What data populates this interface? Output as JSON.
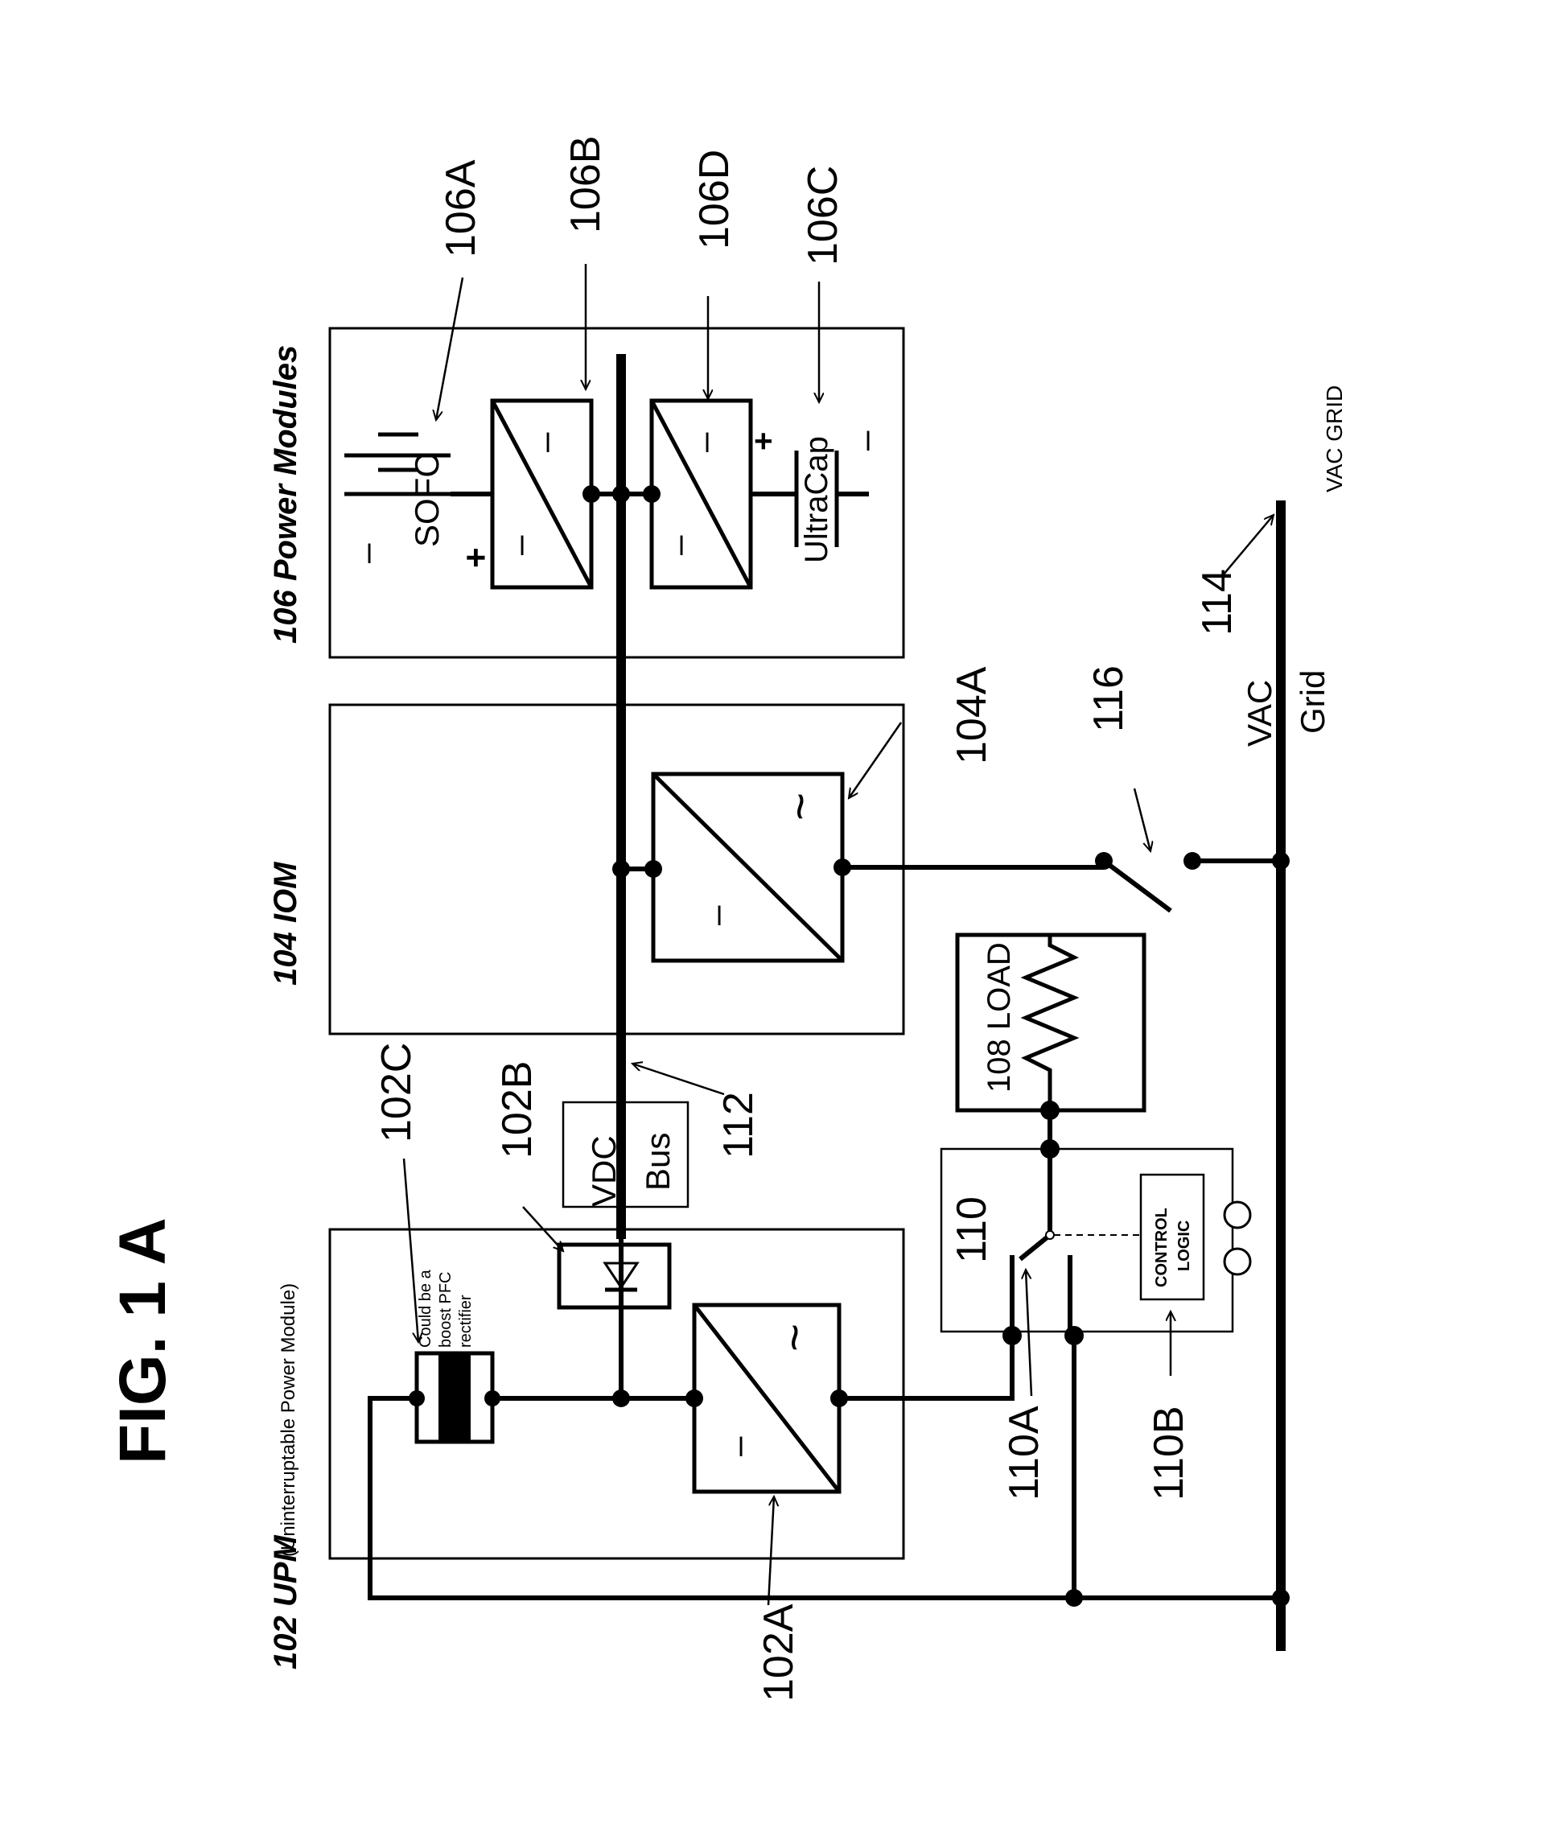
{
  "figure_title": "FIG. 1 A",
  "upm": {
    "title_bold": "102 UPM",
    "title_sub": "(Uninterruptable  Power Module)",
    "boost_note_line1": "Could be a",
    "boost_note_line2": "boost PFC",
    "boost_note_line3": "rectifier",
    "converter_minus": "–",
    "converter_tilde": "~"
  },
  "iom": {
    "title": "104 IOM",
    "converter_minus": "–",
    "converter_tilde": "~"
  },
  "power_modules": {
    "title": "106 Power Modules",
    "sofc_label": "SOFC",
    "ultracap_label": "UltraCap",
    "minus": "–",
    "plus": "+"
  },
  "bus": {
    "line1": "VDC",
    "line2": "Bus"
  },
  "load": {
    "label": "108 LOAD"
  },
  "control_logic": {
    "line1": "CONTROL",
    "line2": "LOGIC"
  },
  "grid": {
    "line1": "VAC",
    "line2": "Grid",
    "vac_grid": "VAC GRID"
  },
  "refs": {
    "r102A": "102A",
    "r102B": "102B",
    "r102C": "102C",
    "r104A": "104A",
    "r106A": "106A",
    "r106B": "106B",
    "r106C": "106C",
    "r106D": "106D",
    "r110": "110",
    "r110A": "110A",
    "r110B": "110B",
    "r112": "112",
    "r114": "114",
    "r116": "116"
  }
}
